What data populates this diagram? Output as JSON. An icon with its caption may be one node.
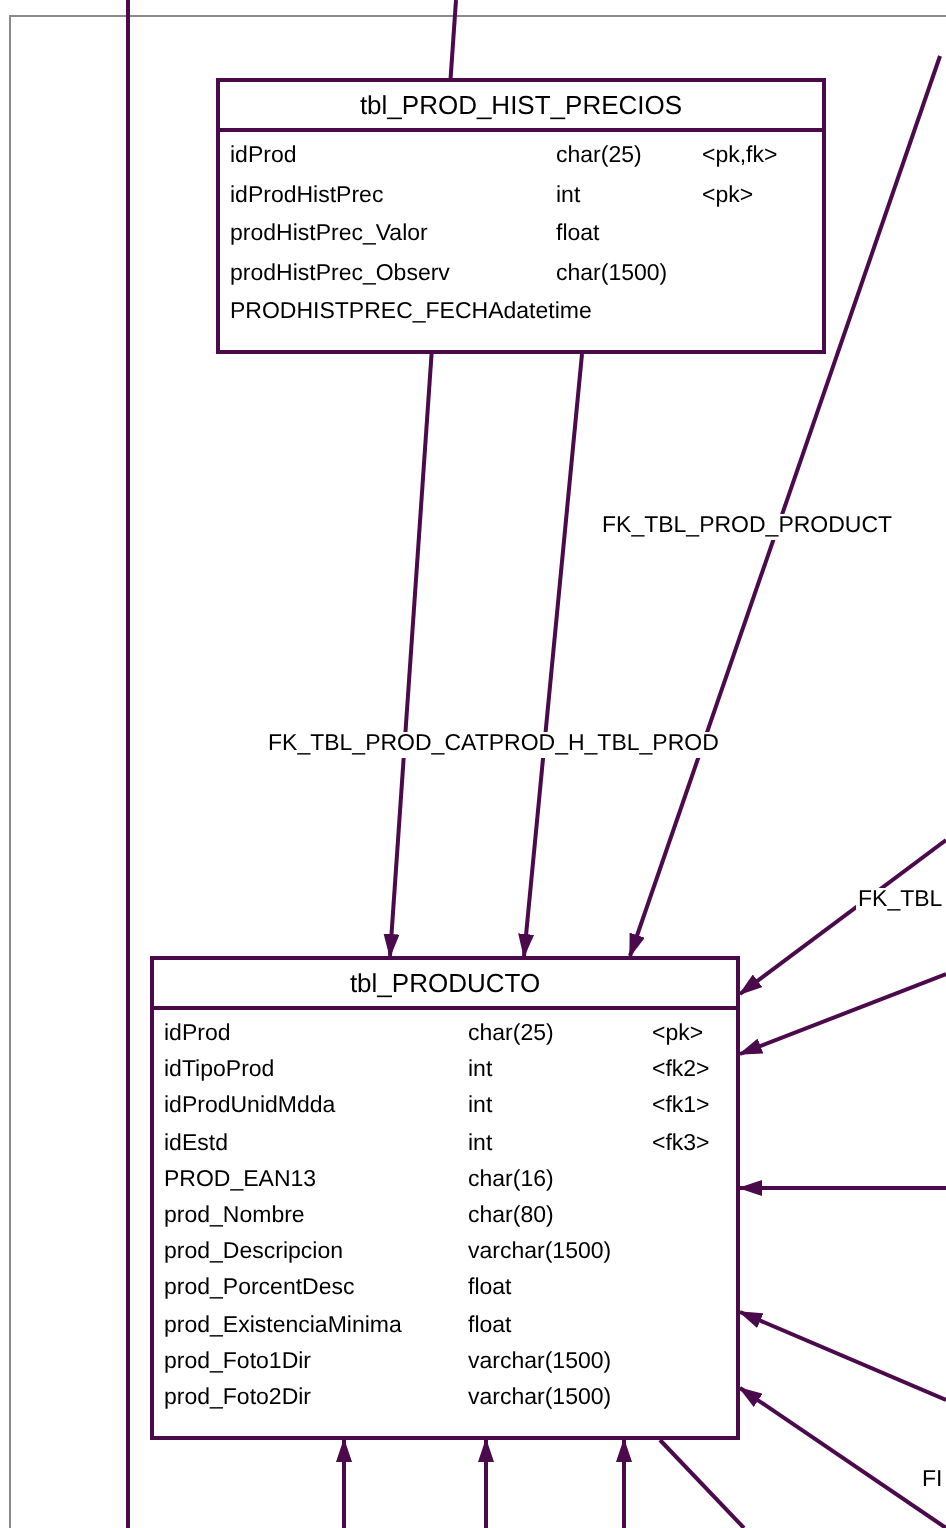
{
  "diagram": {
    "nodes": [
      {
        "text": [
          "tbl_PROD_HIST_PRECIOS",
          "idProd char(25) <pk,fk>",
          "idProdHistPrec int <pk>",
          "prodHistPrec_Valor float",
          "prodHistPrec_Observ char(1500)",
          "PRODHISTPREC_FECHAdatetime"
        ]
      },
      {
        "text": [
          "tbl_PRODUCTO",
          "idProd char(25) <pk>",
          "idTipoProd int <fk2>",
          "idProdUnidMdda int <fk1>",
          "idEstd int <fk3>",
          "PROD_EAN13 char(16)",
          "prod_Nombre char(80)",
          "prod_Descripcion varchar(1500)",
          "prod_PorcentDesc float",
          "prod_ExistenciaMinima float",
          "prod_Foto1Dir varchar(1500)",
          "prod_Foto2Dir varchar(1500)"
        ]
      }
    ],
    "edges": [
      {
        "from": null,
        "to": 1,
        "arrow": "to"
      },
      {
        "from": 0,
        "to": 1,
        "arrow": "to",
        "label": "FK_TBL_PROD_CATPROD_H_TBL_PROD"
      },
      {
        "from": null,
        "to": 1,
        "arrow": "to",
        "label": "FK_TBL_PROD_PRODUCT"
      },
      {
        "from": null,
        "to": 1,
        "arrow": "to",
        "label": "FK_TBL"
      },
      {
        "from": null,
        "to": 1,
        "arrow": "to"
      },
      {
        "from": null,
        "to": 1,
        "arrow": "to"
      },
      {
        "from": null,
        "to": 1,
        "arrow": "to"
      },
      {
        "from": null,
        "to": 1,
        "arrow": "to",
        "label": "FI"
      },
      {
        "from": null,
        "to": 1,
        "arrow": "to"
      },
      {
        "from": null,
        "to": 1,
        "arrow": "to"
      },
      {
        "from": null,
        "to": 1,
        "arrow": "to"
      },
      {
        "from": null,
        "to": 1,
        "arrow": "none"
      }
    ]
  }
}
